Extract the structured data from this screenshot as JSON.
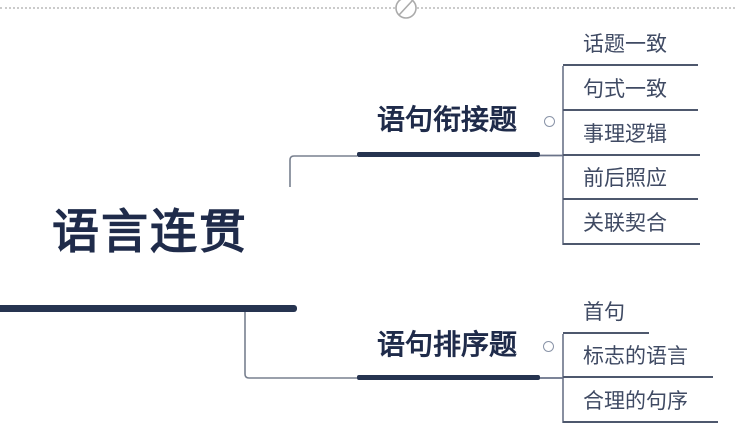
{
  "diagram": {
    "type": "mindmap",
    "root": {
      "label": "语言连贯"
    },
    "branches": [
      {
        "label": "语句衔接题",
        "children": [
          "话题一致",
          "句式一致",
          "事理逻辑",
          "前后照应",
          "关联契合"
        ]
      },
      {
        "label": "语句排序题",
        "children": [
          "首句",
          "标志的语言",
          "合理的句序"
        ]
      }
    ]
  },
  "decorations": {
    "top_border_style": "dotted",
    "top_icon": "circle-slash-icon",
    "branch_collapse_icon": "small-circle"
  },
  "colors": {
    "node_text": "#1f2b4a",
    "child_text": "#3f4a63",
    "node_bar": "#263450",
    "connector": "#78808f",
    "child_underline": "#4e586d",
    "trunk_line": "#6a7389",
    "dotted_border": "#cbcbcb",
    "slash_icon": "#ababab",
    "collapse_circle": "#8a94a8",
    "background": "#ffffff"
  }
}
